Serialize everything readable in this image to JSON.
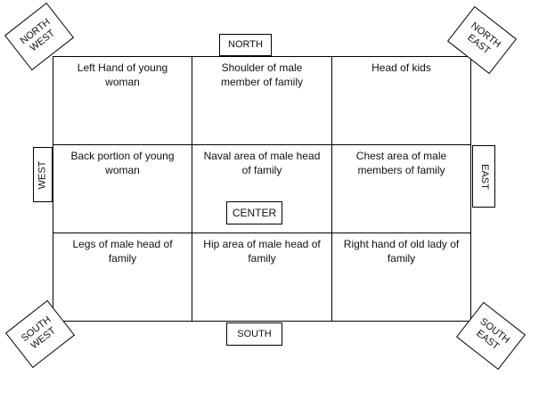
{
  "directions": {
    "north": "NORTH",
    "south": "SOUTH",
    "east": "EAST",
    "west": "WEST",
    "north_west": "NORTH\nWEST",
    "north_east": "NORTH\nEAST",
    "south_west": "SOUTH\nWEST",
    "south_east": "SOUTH\nEAST",
    "center": "CENTER"
  },
  "grid": {
    "r1c1": "Left Hand of young woman",
    "r1c2": "Shoulder of male member of family",
    "r1c3": "Head of kids",
    "r2c1": "Back portion of young woman",
    "r2c2": "Naval area of male head of family",
    "r2c3": "Chest area of male members of family",
    "r3c1": "Legs of male head of family",
    "r3c2": "Hip area of male head of family",
    "r3c3": "Right hand of old lady of family"
  }
}
